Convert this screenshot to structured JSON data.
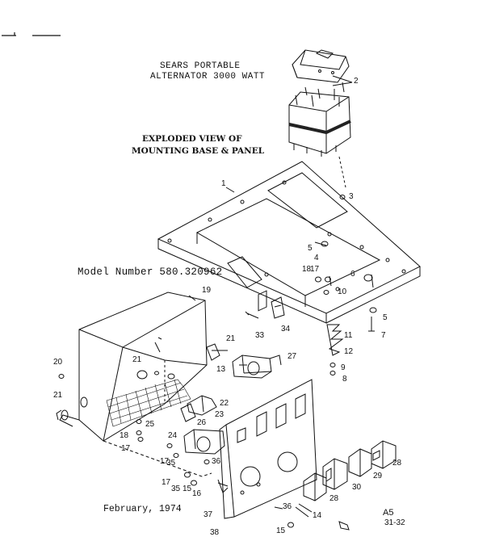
{
  "header": {
    "title_line1": "SEARS PORTABLE",
    "title_line2": "ALTERNATOR  3000 WATT",
    "view_line1": "EXPLODED VIEW OF",
    "view_line2": "MOUNTING BASE & PANEL"
  },
  "model_number": "Model Number 580.320962",
  "date": "February, 1974",
  "page_code": "A5",
  "callouts": [
    "1",
    "2",
    "3",
    "4",
    "5",
    "5",
    "6",
    "7",
    "8",
    "9",
    "10",
    "11",
    "12",
    "13",
    "14",
    "15",
    "15",
    "16",
    "17",
    "17",
    "17",
    "18",
    "18",
    "17",
    "19",
    "20",
    "21",
    "21",
    "21",
    "22",
    "23",
    "24",
    "25",
    "26",
    "27",
    "28",
    "28",
    "29",
    "30",
    "31-32",
    "33",
    "34",
    "35",
    "35",
    "36",
    "36",
    "37",
    "38"
  ]
}
